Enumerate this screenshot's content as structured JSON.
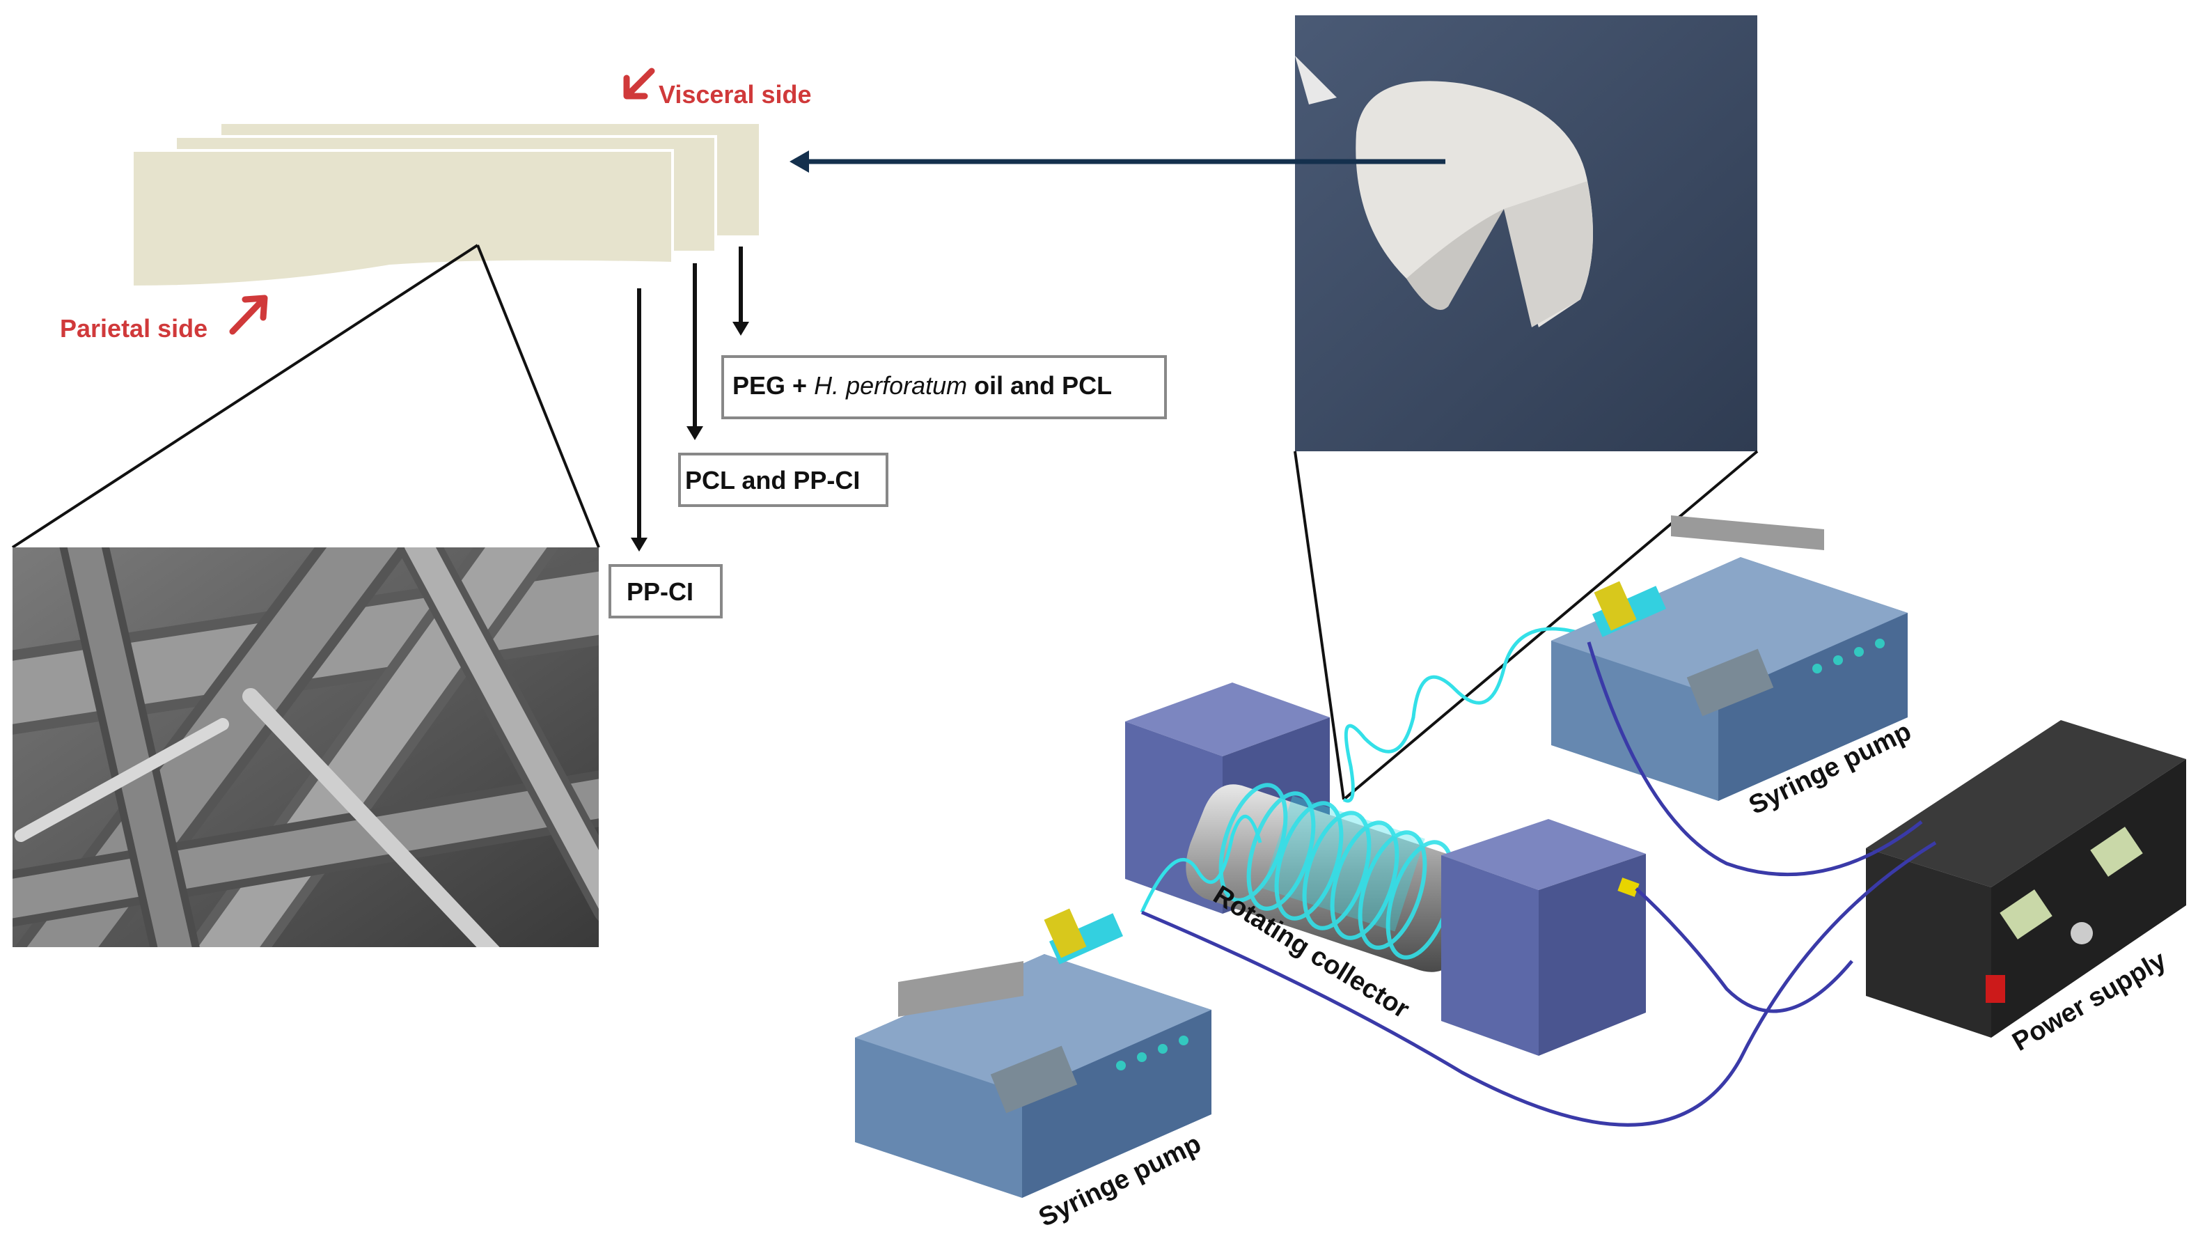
{
  "labels": {
    "visceral": "Visceral side",
    "parietal": "Parietal side",
    "layer1_a": "PEG + ",
    "layer1_b": "H. perforatum",
    "layer1_c": " oil and PCL",
    "layer2": "PCL and PP-CI",
    "layer3": "PP-CI",
    "syringe_pump_left": "Syringe pump",
    "syringe_pump_right": "Syringe pump",
    "rotating_collector": "Rotating collector",
    "power_supply": "Power supply"
  },
  "colors": {
    "membrane": "#e6e3cd",
    "accent_red": "#d0393a",
    "arrow_navy": "#14304d",
    "device_blue": "#5a7fa8",
    "block_purple": "#5c68a8",
    "fiber_cyan": "#33e0e8",
    "power_box": "#2a2a2a",
    "power_window": "#c9d8a8",
    "photo_bg": "#3b4a63"
  },
  "icons": {
    "sem_image": "fiber-micrograph",
    "photo": "rolled-membrane-photo"
  }
}
